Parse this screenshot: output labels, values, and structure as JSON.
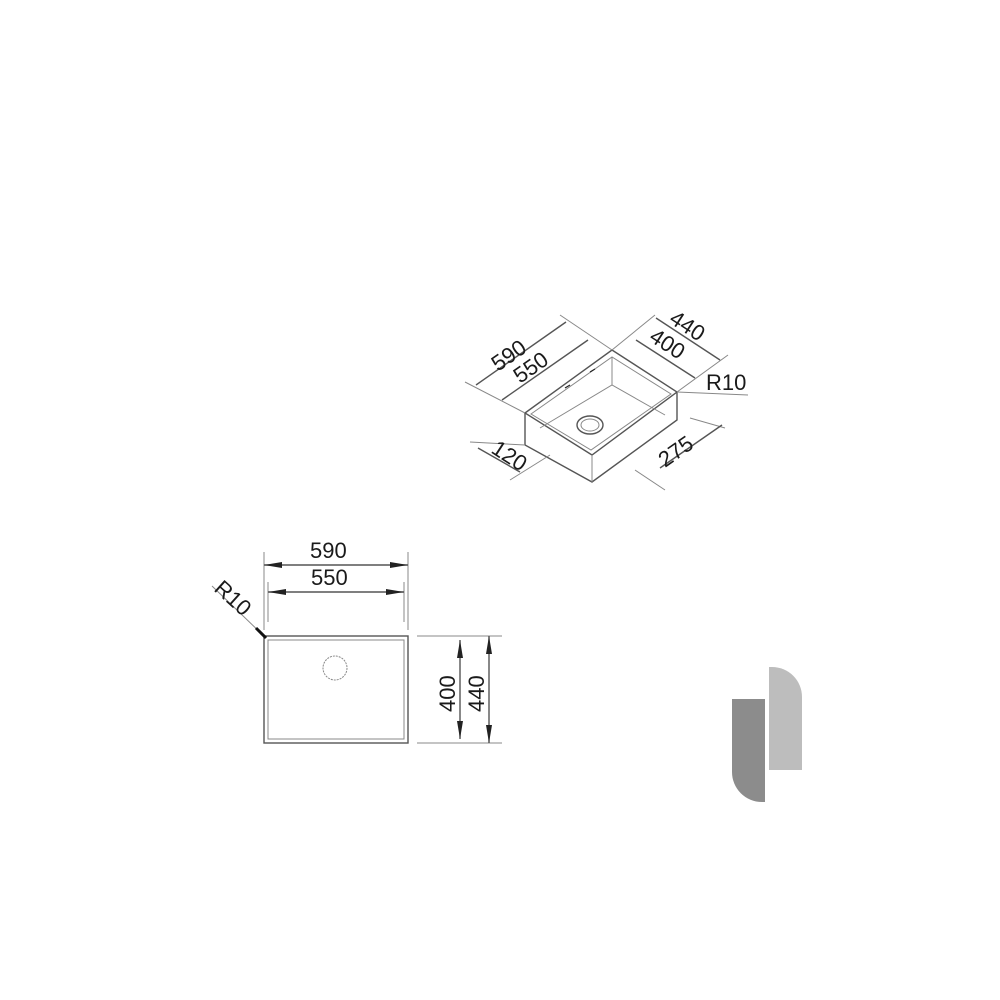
{
  "iso_view": {
    "length_outer": "590",
    "length_inner": "550",
    "width_outer": "440",
    "width_inner": "400",
    "radius": "R10",
    "depth": "120",
    "depth_inner": "275"
  },
  "plan_view": {
    "length_outer": "590",
    "length_inner": "550",
    "radius": "R10",
    "width_inner": "400",
    "width_outer": "440"
  },
  "logo": {
    "colors": [
      "#8c8c8c",
      "#bdbdbd"
    ]
  }
}
